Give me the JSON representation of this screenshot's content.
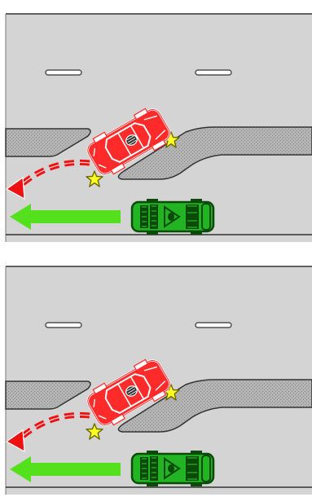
{
  "diagram": {
    "type": "vehicle-collision-scenario",
    "colors": {
      "road": "#d4d4d4",
      "shoulder_shade": "#a8a8a8",
      "lane_mark": "#505050",
      "divider_line": "#333333",
      "red_car": "#ff2a2a",
      "red_car_outline": "#ffffff",
      "red_path": "#ee1111",
      "green_car": "#22b422",
      "green_car_dark": "#0b4a0b",
      "green_arrow": "#55e01e",
      "impact_star": "#ffff22",
      "impact_star_outline": "#6a6a00"
    },
    "icons": [
      "red-car-icon",
      "green-car-icon",
      "impact-star-icon",
      "red-path-arrow-icon",
      "green-direction-arrow-icon"
    ],
    "panels": [
      {
        "id": "top",
        "impact_points": 2
      },
      {
        "id": "bottom",
        "impact_points": 2
      }
    ]
  }
}
